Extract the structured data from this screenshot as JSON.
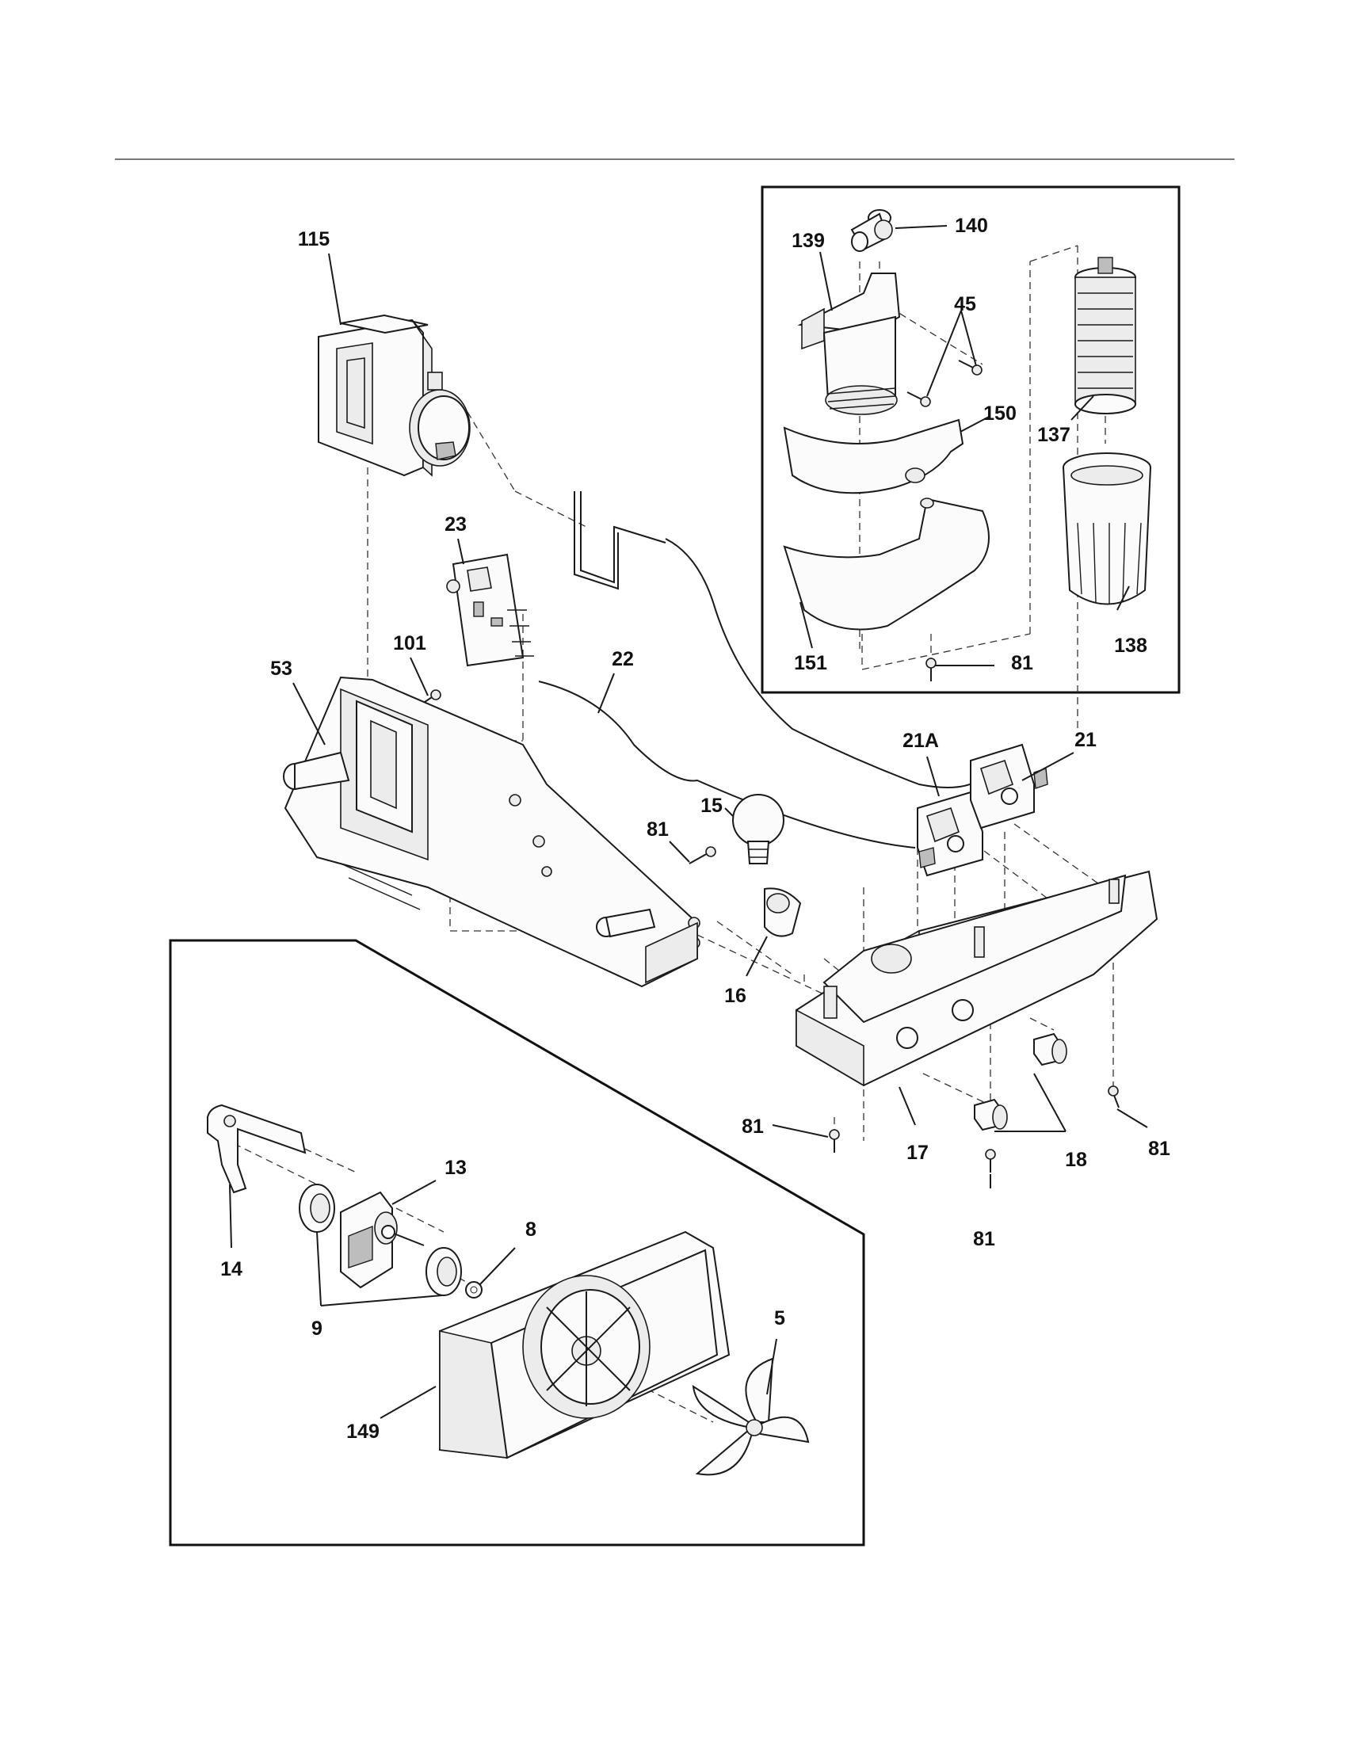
{
  "part_numbers": {
    "n115": "115",
    "n23": "23",
    "n101": "101",
    "n53": "53",
    "n22": "22",
    "n21a": "21A",
    "n21": "21",
    "n15": "15",
    "n81_center": "81",
    "n16": "16",
    "n17": "17",
    "n18": "18",
    "n81_bottom_left": "81",
    "n81_bottom_center": "81",
    "n81_right": "81",
    "n140": "140",
    "n139": "139",
    "n45": "45",
    "n150": "150",
    "n137": "137",
    "n151": "151",
    "n81_inset": "81",
    "n138": "138",
    "n13": "13",
    "n14": "14",
    "n8": "8",
    "n9": "9",
    "n5": "5",
    "n149": "149"
  }
}
